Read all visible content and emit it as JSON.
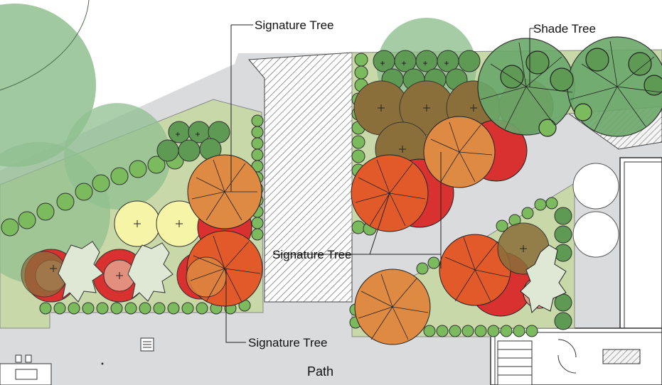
{
  "labels": {
    "signature_tree_top": "Signature Tree",
    "shade_tree": "Shade Tree",
    "signature_tree_middle": "Signature Tree",
    "signature_tree_bottom": "Signature Tree",
    "path": "Path"
  },
  "colors": {
    "paving": "#dadbdd",
    "lawn": "#c8d8a8",
    "shrub_dark": "#5e9a54",
    "shrub_light": "#7cba5e",
    "shade_canopy": "#6aa86a",
    "existing_canopy": "#8fbf8f",
    "signature_orange": "#de8a42",
    "signature_red": "#e35a2a",
    "accent_red": "#d93030",
    "accent_pink": "#e59a86",
    "olive": "#8a6f3a",
    "pale_yellow": "#f6f4a6",
    "white_tree": "#ffffff"
  }
}
